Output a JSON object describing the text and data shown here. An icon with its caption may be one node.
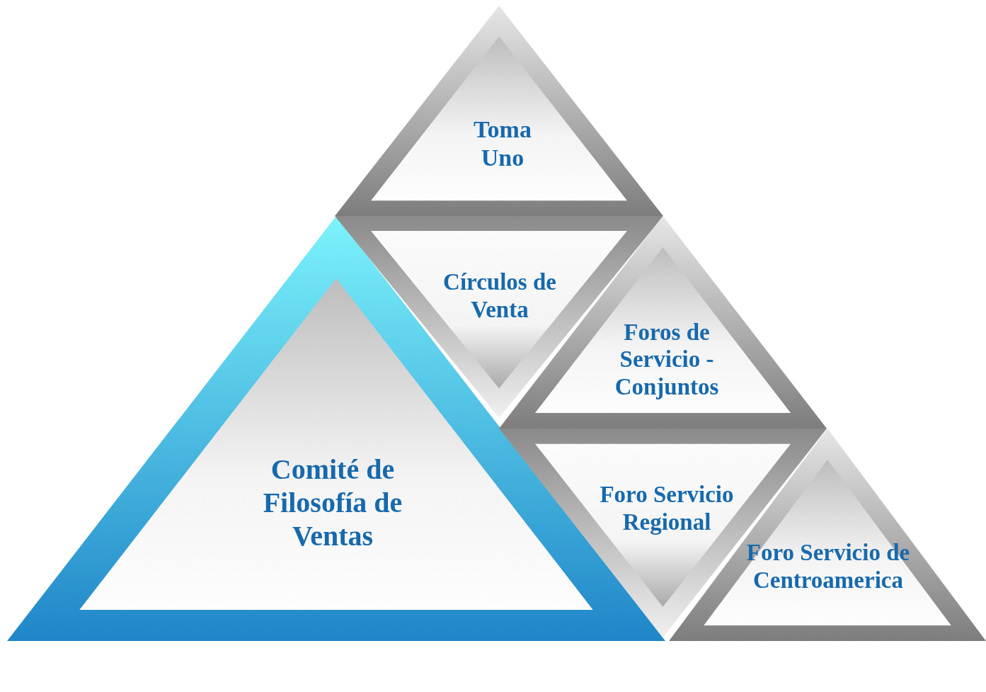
{
  "diagram": {
    "nodes": [
      {
        "text": [
          "Toma Uno"
        ]
      },
      {
        "text": [
          "Comité de Filosofía de Ventas"
        ]
      },
      {
        "text": [
          "Círculos de Venta"
        ]
      },
      {
        "text": [
          "Foros de Servicio - Conjuntos"
        ]
      },
      {
        "text": [
          "Foro Servicio Regional"
        ]
      },
      {
        "text": [
          "Foro Servicio de Centroamerica"
        ]
      }
    ]
  }
}
